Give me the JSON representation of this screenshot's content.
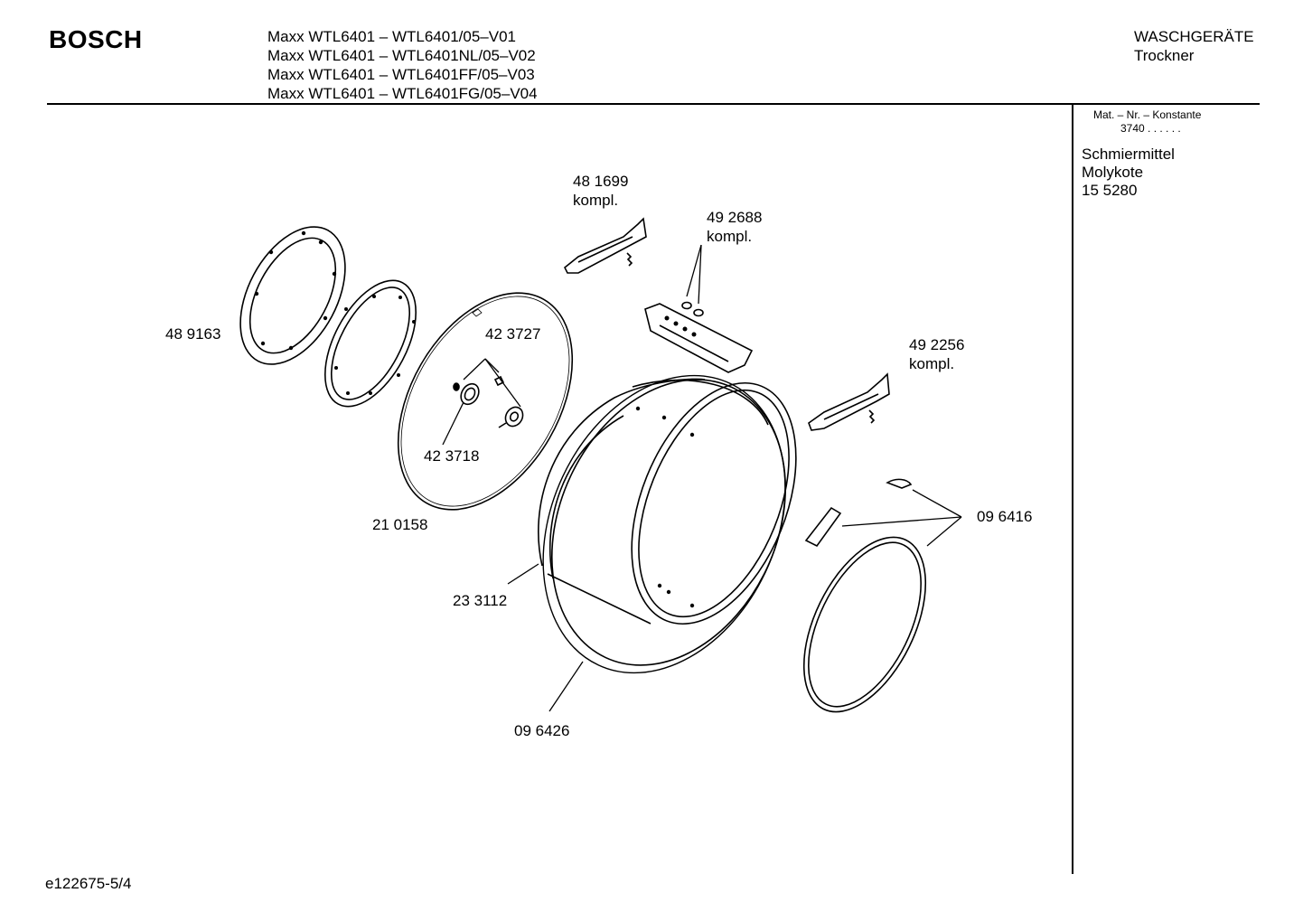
{
  "header": {
    "brand": "BOSCH",
    "models": [
      "Maxx WTL6401 –  WTL6401/05–V01",
      "Maxx WTL6401 – WTL6401NL/05–V02",
      "Maxx WTL6401 – WTL6401FF/05–V03",
      "Maxx WTL6401 – WTL6401FG/05–V04"
    ],
    "category_line1": "WASCHGERÄTE",
    "category_line2": "Trockner"
  },
  "sidebar": {
    "konstante_label": "Mat. – Nr. – Konstante",
    "konstante_value": "3740  .  .   .  .  .  .",
    "lubricant_line1": "Schmiermittel",
    "lubricant_line2": "Molykote",
    "lubricant_line3": "15 5280"
  },
  "parts": {
    "p481699": "48 1699",
    "p492688": "49 2688",
    "p489163": "48 9163",
    "p423727": "42 3727",
    "p492256": "49 2256",
    "p423718": "42 3718",
    "p096416": "09 6416",
    "p210158": "21 0158",
    "p233112": "23 3112",
    "p096426": "09 6426",
    "kompl": "kompl."
  },
  "footer": {
    "doc_id": "e122675-5/4"
  }
}
